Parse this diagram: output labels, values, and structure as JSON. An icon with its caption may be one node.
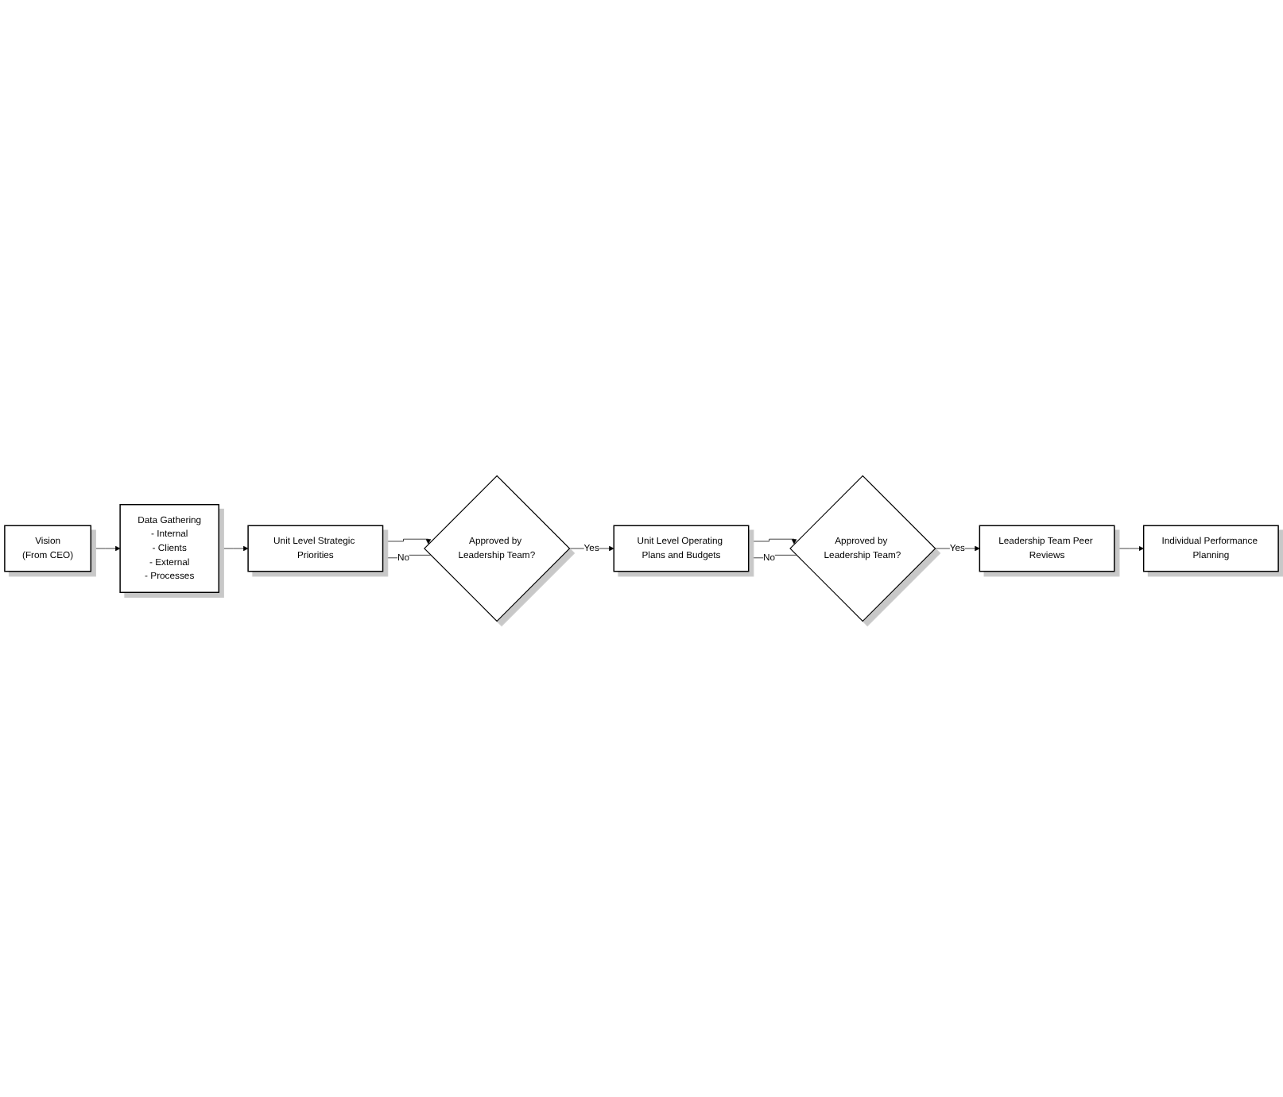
{
  "diagram": {
    "nodes": [
      {
        "text": [
          "Vision",
          "(From CEO)"
        ]
      },
      {
        "text": [
          "Data Gathering",
          "- Internal",
          "- Clients",
          "- External",
          "- Processes"
        ]
      },
      {
        "text": [
          "Unit Level Strategic Priorities"
        ]
      },
      {
        "text": [
          "Approved by Leadership Team?"
        ]
      },
      {
        "text": [
          "Unit Level Operating Plans and Budgets"
        ]
      },
      {
        "text": [
          "Approved by Leadership Team?"
        ]
      },
      {
        "text": [
          "Leadership Team Peer Reviews"
        ]
      },
      {
        "text": [
          "Individual Performance Planning"
        ]
      }
    ],
    "edges": [
      {
        "from": 0,
        "to": 1,
        "arrow": "to"
      },
      {
        "from": 1,
        "to": 2,
        "arrow": "to"
      },
      {
        "from": 2,
        "to": 3,
        "arrow": "to"
      },
      {
        "from": 3,
        "to": 2,
        "label": "No",
        "arrow": "to"
      },
      {
        "from": 3,
        "to": 4,
        "label": "Yes",
        "arrow": "to"
      },
      {
        "from": 4,
        "to": 5,
        "arrow": "to"
      },
      {
        "from": 5,
        "to": 6,
        "label": "Yes",
        "arrow": "to"
      },
      {
        "from": 5,
        "to": 4,
        "label": "No",
        "arrow": "to"
      },
      {
        "from": 6,
        "to": 7,
        "arrow": "to"
      }
    ]
  }
}
